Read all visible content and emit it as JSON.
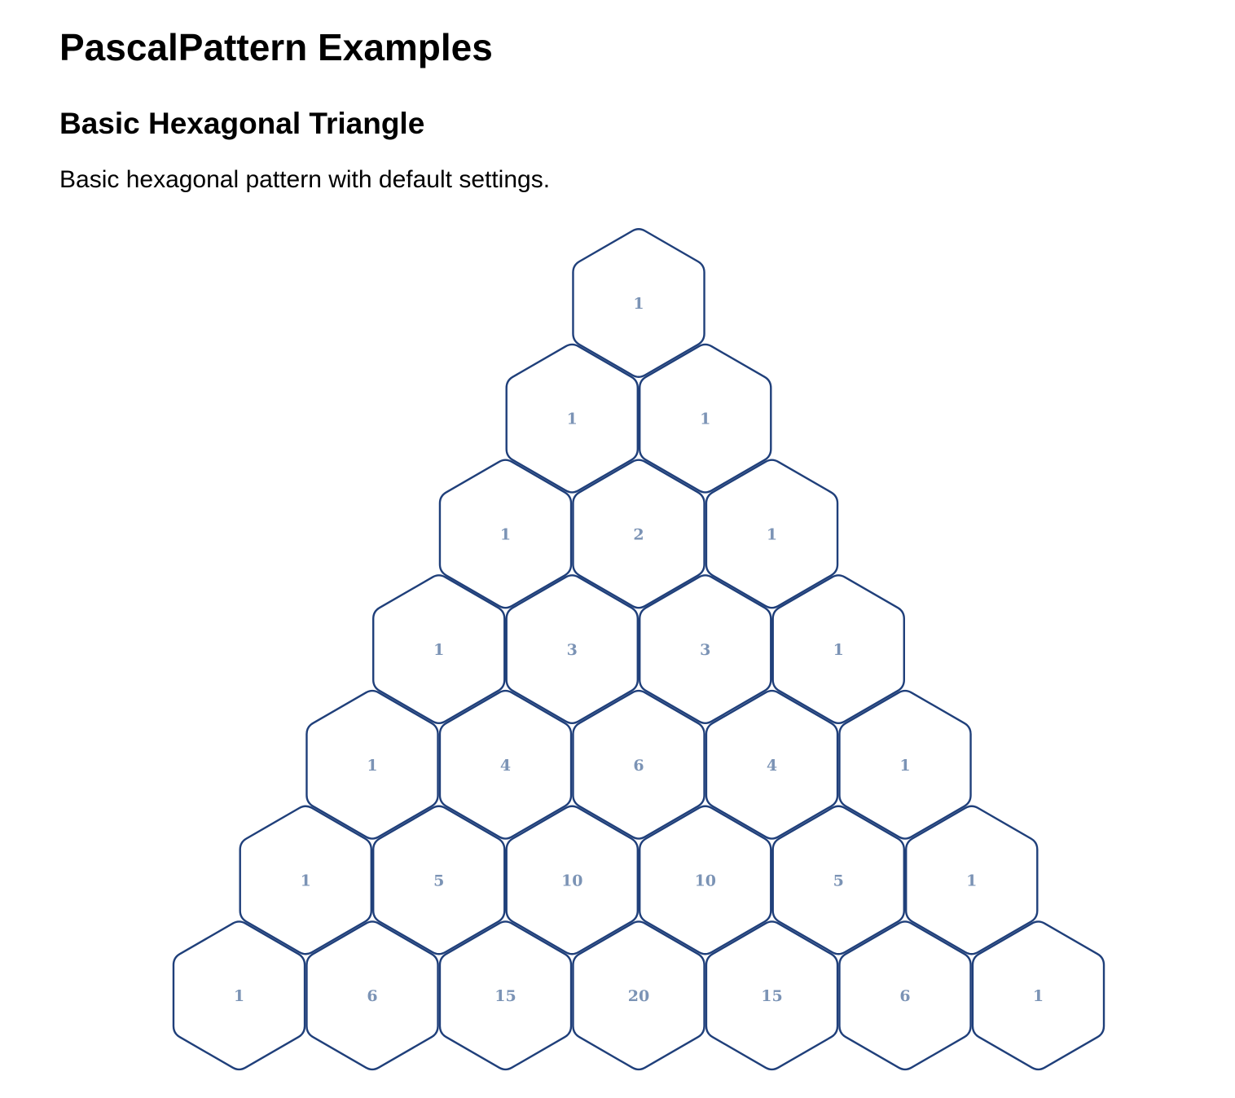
{
  "page": {
    "title": "PascalPattern Examples"
  },
  "section": {
    "heading": "Basic Hexagonal Triangle",
    "description": "Basic hexagonal pattern with default settings."
  },
  "pattern": {
    "shape": "hexagon",
    "cell_stroke_color": "#1f3f7a",
    "cell_fill_color": "#ffffff",
    "label_color": "#7b93b5",
    "rows": [
      [
        1
      ],
      [
        1,
        1
      ],
      [
        1,
        2,
        1
      ],
      [
        1,
        3,
        3,
        1
      ],
      [
        1,
        4,
        6,
        4,
        1
      ],
      [
        1,
        5,
        10,
        10,
        5,
        1
      ],
      [
        1,
        6,
        15,
        20,
        15,
        6,
        1
      ]
    ]
  }
}
